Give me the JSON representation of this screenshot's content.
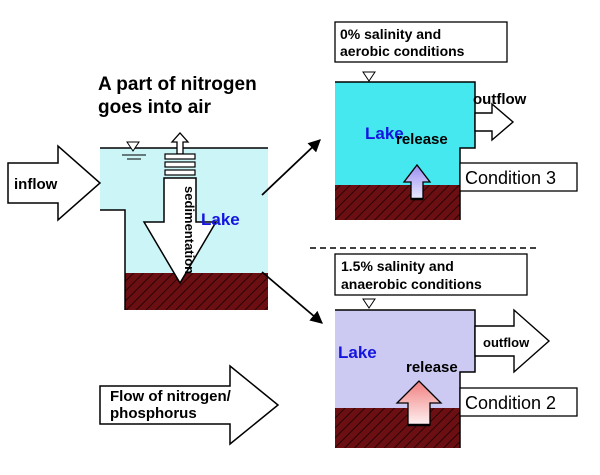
{
  "left_scene": {
    "heading_line1": "A part of nitrogen",
    "heading_line2": "goes into air",
    "inflow_label": "inflow",
    "lake_label": "Lake",
    "sedimentation_label": "sedimentation",
    "legend_line1": "Flow of nitrogen/",
    "legend_line2": "phosphorus"
  },
  "condition3": {
    "box_line1": "0% salinity and",
    "box_line2": "aerobic conditions",
    "lake_label": "Lake",
    "release_label": "release",
    "outflow_label": "outflow",
    "condition_label": "Condition 3"
  },
  "condition2": {
    "box_line1": "1.5% salinity and",
    "box_line2": "anaerobic conditions",
    "lake_label": "Lake",
    "release_label": "release",
    "outflow_label": "outflow",
    "condition_label": "Condition 2"
  },
  "colors": {
    "lake_left": "#ccf5f7",
    "lake_condition3": "#44e8ee",
    "lake_condition2": "#cccaf2",
    "sediment": "#6b0f12",
    "lake_text": "#1515e0"
  }
}
